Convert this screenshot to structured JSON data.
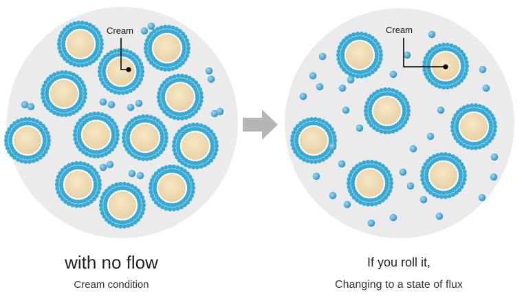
{
  "left_panel": {
    "callout_label": "Cream",
    "caption_title": "with no flow",
    "caption_subtitle": "Cream condition"
  },
  "right_panel": {
    "callout_label": "Cream",
    "caption_title": "If you roll it,",
    "caption_subtitle": "Changing to a state of flux"
  },
  "colors": {
    "panel_background": "#ebebeb",
    "cream_core": "#f0dcb4",
    "membrane_blue": "#38a9d2",
    "membrane_light": "#cfeaf4",
    "particle_blue": "#3fa6d6",
    "arrow_gray": "#b5b5b5"
  },
  "icons": {
    "transition_arrow": "arrow-right-icon"
  }
}
